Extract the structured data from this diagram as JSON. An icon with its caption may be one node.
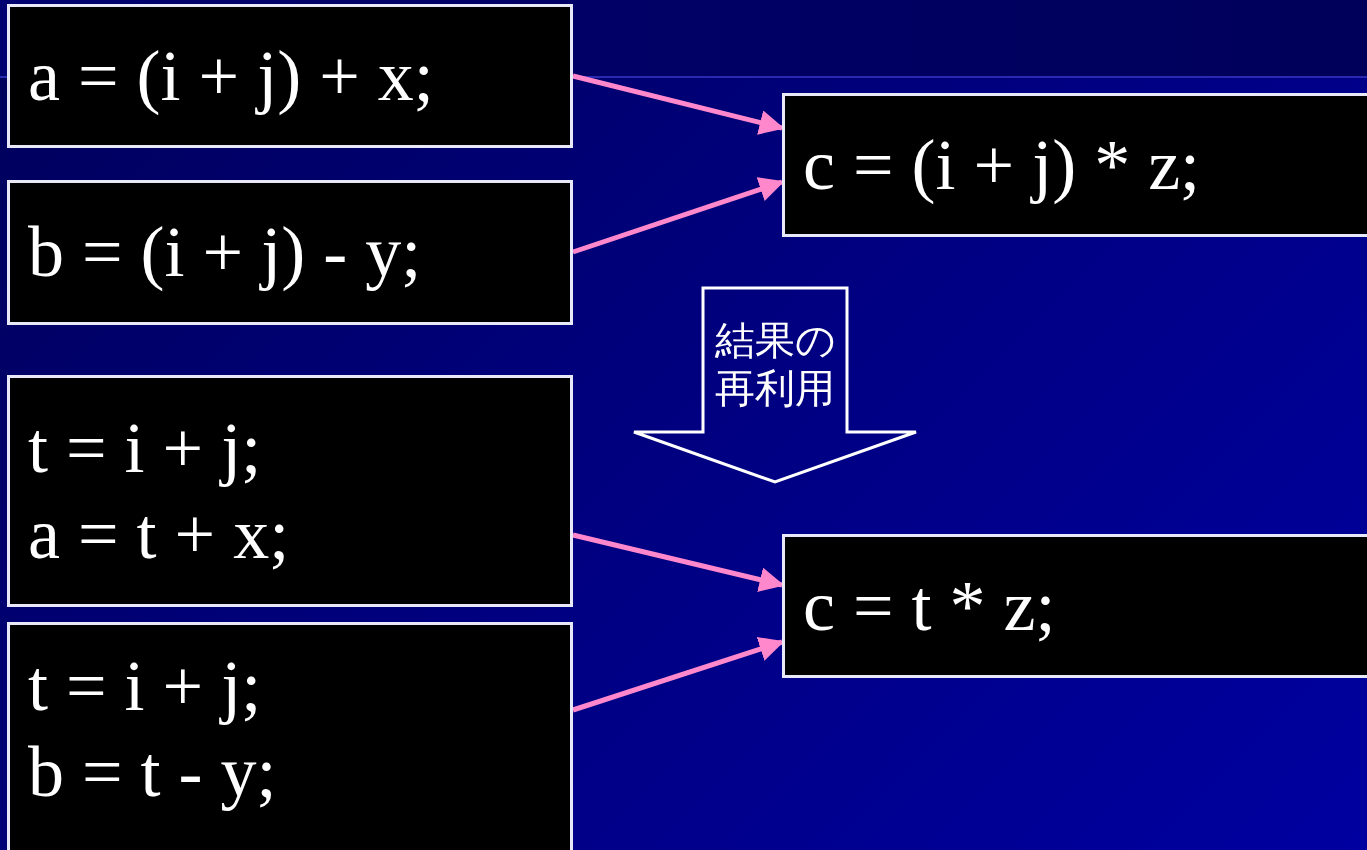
{
  "diagram": {
    "nodes": [
      {
        "text": [
          "a = (i + j) + x;"
        ]
      },
      {
        "text": [
          "b = (i + j) - y;"
        ]
      },
      {
        "text": [
          "c = (i + j) * z;"
        ]
      },
      {
        "text": [
          "t = i + j;",
          "a = t + x;"
        ]
      },
      {
        "text": [
          "t = i + j;",
          "b = t - y;"
        ]
      },
      {
        "text": [
          "c = t * z;"
        ]
      },
      {
        "text": [
          "結果の再利用"
        ]
      }
    ],
    "edges": [
      {
        "from": 0,
        "to": 2,
        "arrow": "to",
        "color": "#ff88cc"
      },
      {
        "from": 1,
        "to": 2,
        "arrow": "to",
        "color": "#ff88cc"
      },
      {
        "from": 3,
        "to": 5,
        "arrow": "to",
        "color": "#ff88cc"
      },
      {
        "from": 4,
        "to": 5,
        "arrow": "to",
        "color": "#ff88cc"
      }
    ]
  }
}
